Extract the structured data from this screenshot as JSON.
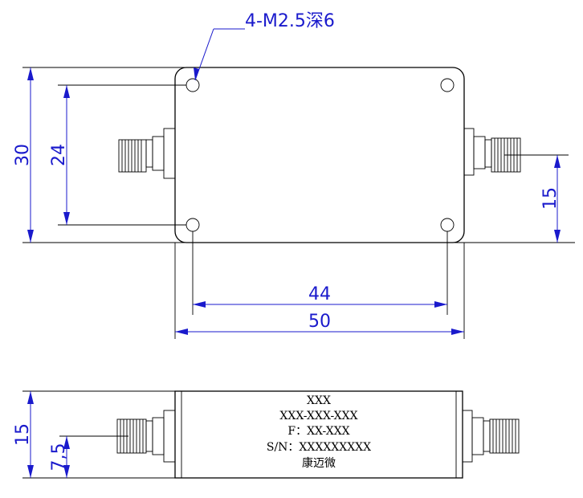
{
  "callout": {
    "text": "4-M2.5深6"
  },
  "top_view": {
    "dims": {
      "height_outer": "30",
      "height_holes": "24",
      "port_offset": "15",
      "width_holes": "44",
      "width_outer": "50"
    }
  },
  "side_view": {
    "dims": {
      "height": "15",
      "port_height": "7,5"
    },
    "label": {
      "line1": "XXX",
      "line2": "XXX-XXX-XXX",
      "line3": "F：XX-XXX",
      "line4": "S/N：XXXXXXXXX",
      "line5": "康迈微"
    }
  },
  "colors": {
    "dimension": "#1a1acc",
    "outline": "#000000"
  }
}
